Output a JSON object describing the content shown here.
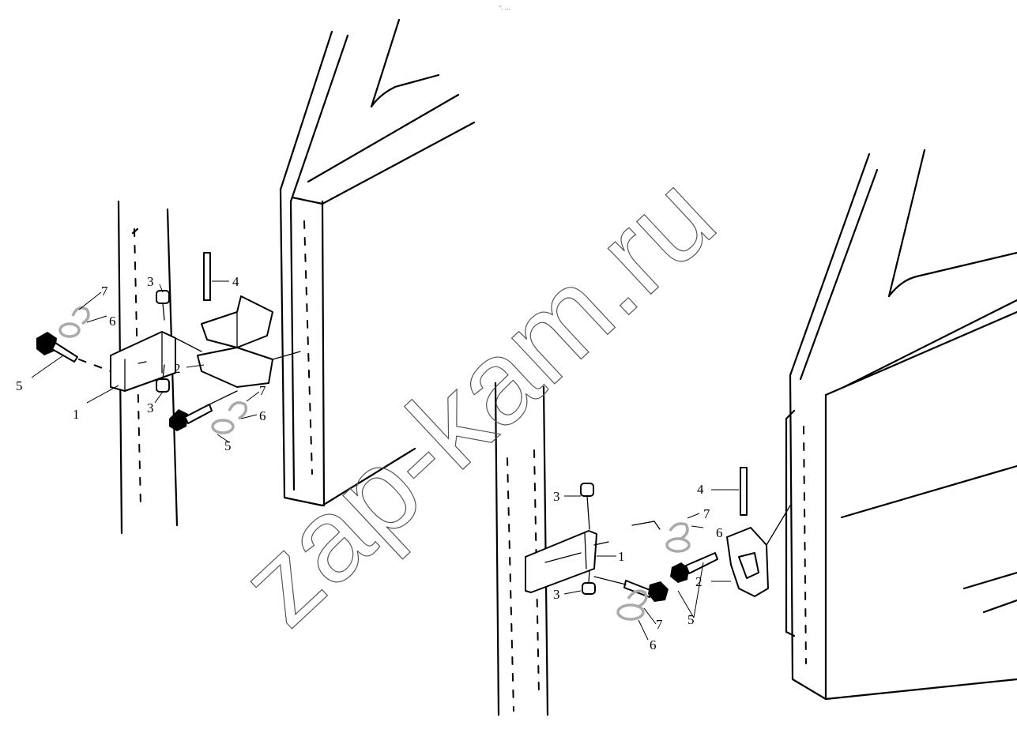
{
  "watermark": "zap-kam.ru",
  "header_mark": "\"․ ․․․",
  "left_assembly": {
    "callouts": [
      {
        "id": "l1",
        "text": "1"
      },
      {
        "id": "l2",
        "text": "2"
      },
      {
        "id": "l3a",
        "text": "3"
      },
      {
        "id": "l3b",
        "text": "3"
      },
      {
        "id": "l4",
        "text": "4"
      },
      {
        "id": "l5a",
        "text": "5"
      },
      {
        "id": "l5b",
        "text": "5"
      },
      {
        "id": "l6a",
        "text": "6"
      },
      {
        "id": "l6b",
        "text": "6"
      },
      {
        "id": "l7a",
        "text": "7"
      },
      {
        "id": "l7b",
        "text": "7"
      }
    ]
  },
  "right_assembly": {
    "callouts": [
      {
        "id": "r1",
        "text": "1"
      },
      {
        "id": "r2",
        "text": "2"
      },
      {
        "id": "r3a",
        "text": "3"
      },
      {
        "id": "r3b",
        "text": "3"
      },
      {
        "id": "r4",
        "text": "4"
      },
      {
        "id": "r5",
        "text": "5"
      },
      {
        "id": "r6a",
        "text": "6"
      },
      {
        "id": "r6b",
        "text": "6"
      },
      {
        "id": "r7a",
        "text": "7"
      },
      {
        "id": "r7b",
        "text": "7"
      }
    ]
  }
}
